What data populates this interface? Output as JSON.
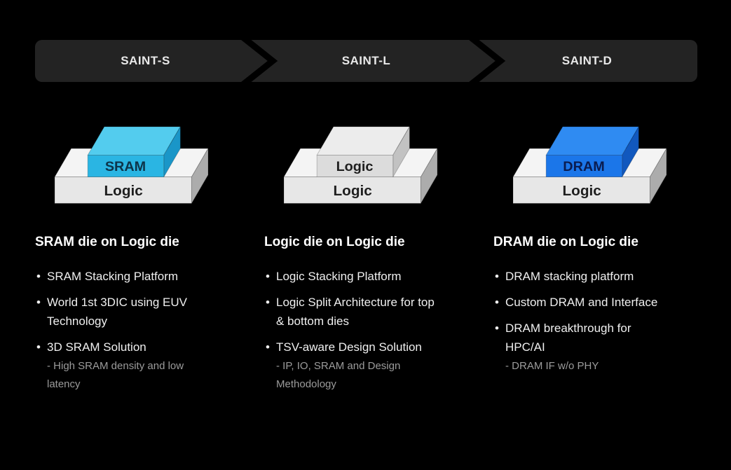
{
  "colors": {
    "page_bg": "#000000",
    "banner_bg": "#232323",
    "banner_text": "#E9E9E9",
    "heading_text": "#FFFFFF",
    "bullet_text": "#EFEFEF",
    "sub_text": "#9B9B9B"
  },
  "banner": {
    "items": [
      {
        "label": "SAINT-S"
      },
      {
        "label": "SAINT-L"
      },
      {
        "label": "SAINT-D"
      }
    ]
  },
  "columns": [
    {
      "id": "saint-s",
      "heading": "SRAM die on Logic die",
      "diagram": {
        "chip": {
          "label": "SRAM",
          "top": "#53CCEE",
          "front": "#2AB5E3",
          "side": "#1A96C8",
          "label_color": "#0D344A"
        },
        "base": {
          "label": "Logic",
          "top": "#F4F4F4",
          "front": "#E7E7E7",
          "side": "#ACACAC",
          "label_color": "#1F1F1F"
        }
      },
      "bullets": [
        {
          "text": "SRAM Stacking Platform"
        },
        {
          "text": "World 1st 3DIC using EUV Technology"
        },
        {
          "text": "3D SRAM Solution",
          "sub": "- High SRAM density and low latency"
        }
      ]
    },
    {
      "id": "saint-l",
      "heading": "Logic die on Logic die",
      "diagram": {
        "chip": {
          "label": "Logic",
          "top": "#ECECEC",
          "front": "#DCDCDC",
          "side": "#C2C2C2",
          "label_color": "#1F1F1F"
        },
        "base": {
          "label": "Logic",
          "top": "#F4F4F4",
          "front": "#E7E7E7",
          "side": "#ACACAC",
          "label_color": "#1F1F1F"
        }
      },
      "bullets": [
        {
          "text": "Logic Stacking Platform"
        },
        {
          "text": "Logic Split Architecture for top & bottom dies"
        },
        {
          "text": "TSV-aware Design Solution",
          "sub": "- IP, IO, SRAM and Design Methodology"
        }
      ]
    },
    {
      "id": "saint-d",
      "heading": "DRAM die on Logic die",
      "diagram": {
        "chip": {
          "label": "DRAM",
          "top": "#2F8BF2",
          "front": "#1B76E9",
          "side": "#1158BE",
          "label_color": "#0A1C50"
        },
        "base": {
          "label": "Logic",
          "top": "#F4F4F4",
          "front": "#E7E7E7",
          "side": "#ACACAC",
          "label_color": "#1F1F1F"
        }
      },
      "bullets": [
        {
          "text": "DRAM stacking platform"
        },
        {
          "text": "Custom DRAM and Interface"
        },
        {
          "text": "DRAM breakthrough for HPC/AI",
          "sub": "- DRAM IF w/o PHY"
        }
      ]
    }
  ]
}
